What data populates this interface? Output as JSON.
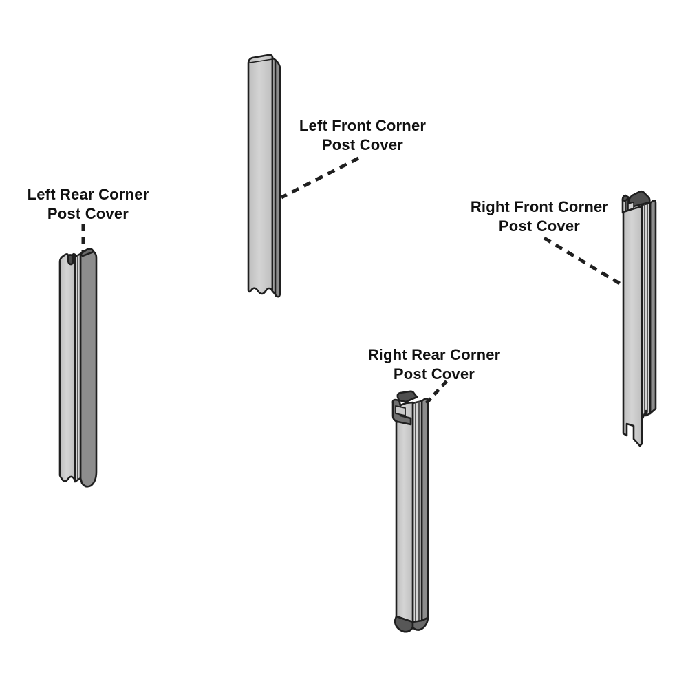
{
  "canvas": {
    "background": "#ffffff"
  },
  "colors": {
    "outline": "#1f1f1f",
    "face_light": "#c9c9c9",
    "face_groove": "#d4d4d4",
    "face_dark": "#8d8d8d",
    "face_top_dark": "#4f4f4f",
    "label_text": "#111111"
  },
  "parts": [
    {
      "id": "left-rear",
      "label_line1": "Left Rear Corner",
      "label_line2": "Post Cover"
    },
    {
      "id": "left-front",
      "label_line1": "Left Front Corner",
      "label_line2": "Post Cover"
    },
    {
      "id": "right-front",
      "label_line1": "Right Front Corner",
      "label_line2": "Post Cover"
    },
    {
      "id": "right-rear",
      "label_line1": "Right Rear Corner",
      "label_line2": "Post Cover"
    }
  ]
}
